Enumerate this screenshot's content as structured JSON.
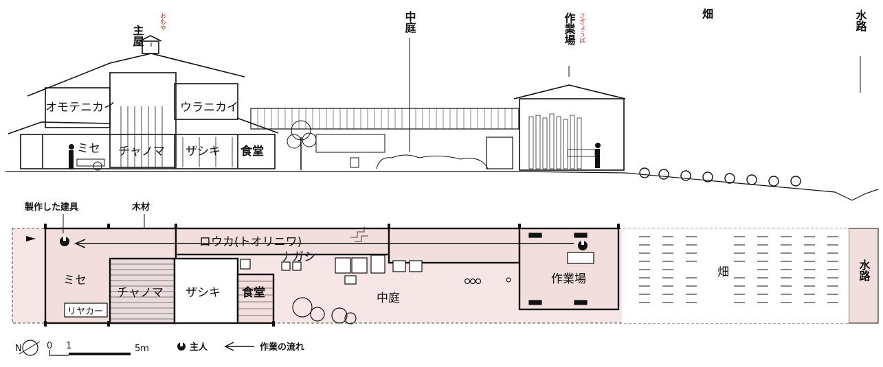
{
  "section": {
    "headers": {
      "main_house": "主屋",
      "main_house_ruby": "おもや",
      "courtyard": "中庭",
      "workshop": "作業場",
      "workshop_ruby": "さぎょうば",
      "field": "畑",
      "waterway": "水路"
    },
    "rooms": {
      "omote_nikai": "オモテニカイ",
      "ura_nikai": "ウラニカイ",
      "mise": "ミセ",
      "chanoma": "チャノマ",
      "zashiki": "ザシキ",
      "shokudo": "食堂"
    }
  },
  "plan": {
    "callouts": {
      "fittings": "製作した建具",
      "timber": "木材"
    },
    "rooms": {
      "rouka": "ロウカ(トオリニワ)",
      "nagashi": "ナガシ",
      "mise": "ミセ",
      "riyaka": "リヤカー",
      "chanoma": "チャノマ",
      "zashiki": "ザシキ",
      "shokudo": "食堂",
      "courtyard": "中庭",
      "workshop": "作業場",
      "field": "畑",
      "waterway": "水路"
    }
  },
  "legend": {
    "north": "N",
    "scale_0": "0",
    "scale_1": "1",
    "scale_5": "5m",
    "owner_label": "主人",
    "flow_label": "作業の流れ"
  },
  "colors": {
    "room_fill": "#f3dede",
    "band_fill": "#f6e7e6",
    "line": "#1a1a1a",
    "ruby": "#c0392b"
  }
}
